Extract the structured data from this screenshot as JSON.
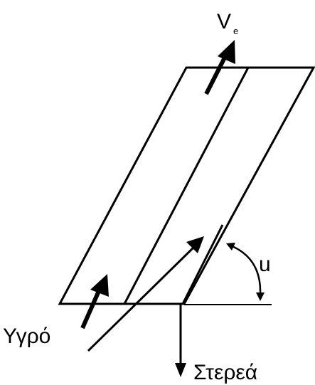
{
  "labels": {
    "velocity": "V",
    "velocity_subscript": "e",
    "angle": "u",
    "liquid": "Υγρό",
    "solids": "Στερεά"
  }
}
